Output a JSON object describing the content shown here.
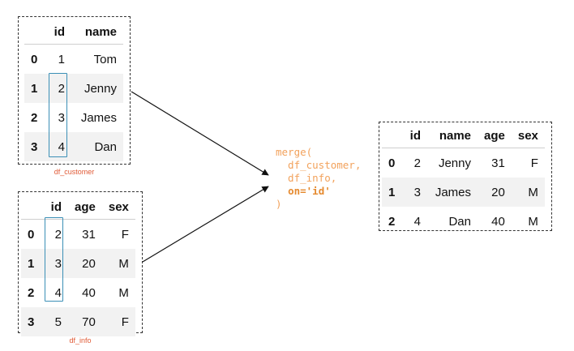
{
  "customer": {
    "caption": "df_customer",
    "columns": [
      "",
      "id",
      "name"
    ],
    "rows": [
      {
        "index": "0",
        "id": "1",
        "name": "Tom"
      },
      {
        "index": "1",
        "id": "2",
        "name": "Jenny"
      },
      {
        "index": "2",
        "id": "3",
        "name": "James"
      },
      {
        "index": "3",
        "id": "4",
        "name": "Dan"
      }
    ]
  },
  "info": {
    "caption": "df_info",
    "columns": [
      "",
      "id",
      "age",
      "sex"
    ],
    "rows": [
      {
        "index": "0",
        "id": "2",
        "age": "31",
        "sex": "F"
      },
      {
        "index": "1",
        "id": "3",
        "age": "20",
        "sex": "M"
      },
      {
        "index": "2",
        "id": "4",
        "age": "40",
        "sex": "M"
      },
      {
        "index": "3",
        "id": "5",
        "age": "70",
        "sex": "F"
      }
    ]
  },
  "code": {
    "line1": "merge(",
    "line2": "  df_customer,",
    "line3": "  df_info,",
    "line4_kw": "on='id'",
    "line5": ")"
  },
  "result": {
    "columns": [
      "",
      "id",
      "name",
      "age",
      "sex"
    ],
    "rows": [
      {
        "index": "0",
        "id": "2",
        "name": "Jenny",
        "age": "31",
        "sex": "F"
      },
      {
        "index": "1",
        "id": "3",
        "name": "James",
        "age": "20",
        "sex": "M"
      },
      {
        "index": "2",
        "id": "4",
        "name": "Dan",
        "age": "40",
        "sex": "M"
      }
    ]
  },
  "colors": {
    "highlight": "#3b8fb6",
    "caption": "#e05a36",
    "code": "#f2a25c",
    "row_shade": "#f2f2f2"
  }
}
